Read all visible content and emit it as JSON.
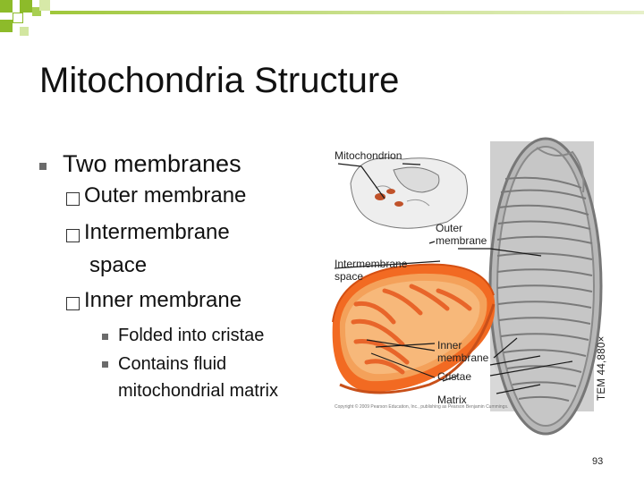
{
  "slide": {
    "title": "Mitochondria Structure",
    "page_number": "93"
  },
  "bullets": {
    "level1": "Two membranes",
    "level2": [
      "Outer membrane",
      "Intermembrane",
      "space",
      "Inner membrane"
    ],
    "level3": [
      "Folded into cristae",
      "Contains fluid",
      "mitochondrial matrix"
    ]
  },
  "figure": {
    "labels": {
      "mitochondrion": "Mitochondrion",
      "outer_membrane_1": "Outer",
      "outer_membrane_2": "membrane",
      "intermembrane_1": "Intermembrane",
      "intermembrane_2": "space",
      "inner_membrane_1": "Inner",
      "inner_membrane_2": "membrane",
      "cristae": "Cristae",
      "matrix": "Matrix"
    },
    "micrograph_caption": "TEM 44,880×",
    "copyright": "Copyright © 2009 Pearson Education, Inc., publishing as Pearson Benjamin Cummings."
  },
  "colors": {
    "deco_green": "#8dbb2a",
    "deco_gray": "#bdbdbd",
    "mito_orange": "#f26a22",
    "mito_inner": "#f4a15a"
  }
}
